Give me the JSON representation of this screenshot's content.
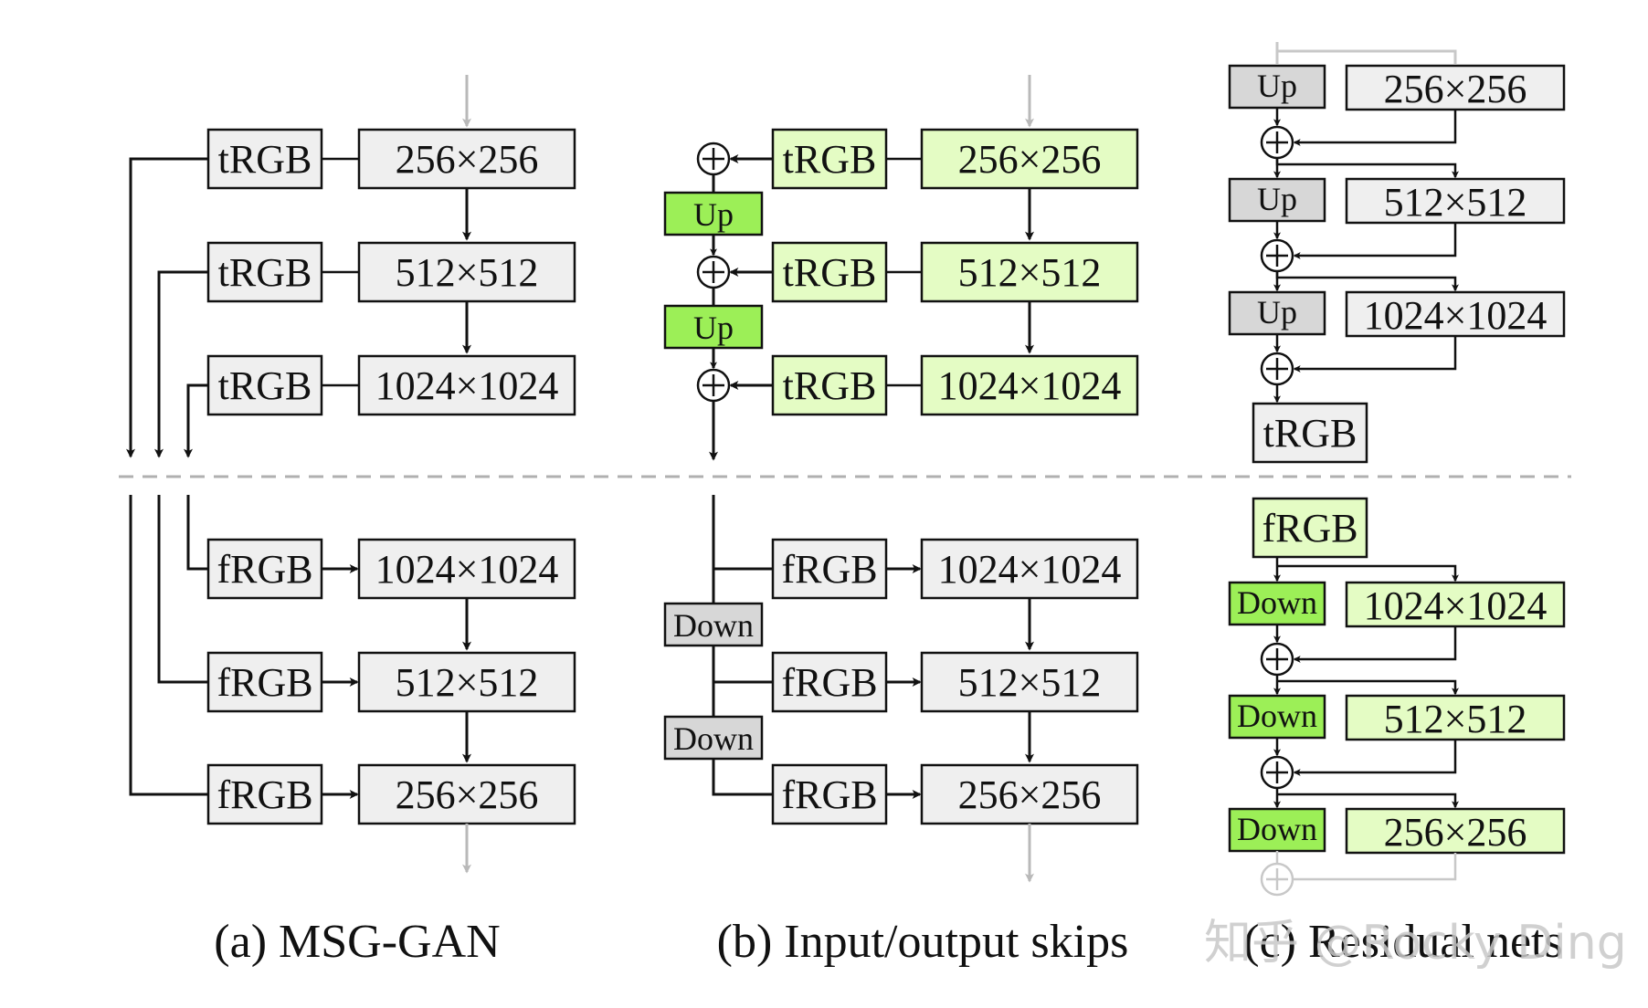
{
  "colors": {
    "box_gray": "#efefef",
    "box_green": "#e4fcc4",
    "up_green": "#9cef57",
    "down_gray": "#d7d7d7",
    "up_gray": "#d7d7d7",
    "line": "#111111",
    "faded": "#b9b9b9",
    "divider": "#b0b0b0"
  },
  "panel_a": {
    "caption": "(a) MSG-GAN",
    "gen_rows": [
      {
        "rgb": "tRGB",
        "res": "256×256"
      },
      {
        "rgb": "tRGB",
        "res": "512×512"
      },
      {
        "rgb": "tRGB",
        "res": "1024×1024"
      }
    ],
    "dis_rows": [
      {
        "rgb": "fRGB",
        "res": "1024×1024"
      },
      {
        "rgb": "fRGB",
        "res": "512×512"
      },
      {
        "rgb": "fRGB",
        "res": "256×256"
      }
    ]
  },
  "panel_b": {
    "caption": "(b) Input/output skips",
    "gen_rows": [
      {
        "rgb": "tRGB",
        "res": "256×256"
      },
      {
        "rgb": "tRGB",
        "res": "512×512"
      },
      {
        "rgb": "tRGB",
        "res": "1024×1024"
      }
    ],
    "up_labels": [
      "Up",
      "Up"
    ],
    "dis_rows": [
      {
        "rgb": "fRGB",
        "res": "1024×1024"
      },
      {
        "rgb": "fRGB",
        "res": "512×512"
      },
      {
        "rgb": "fRGB",
        "res": "256×256"
      }
    ],
    "down_labels": [
      "Down",
      "Down"
    ]
  },
  "panel_c": {
    "caption": "(c) Residual nets",
    "gen_rows": [
      {
        "op": "Up",
        "res": "256×256"
      },
      {
        "op": "Up",
        "res": "512×512"
      },
      {
        "op": "Up",
        "res": "1024×1024"
      }
    ],
    "gen_out": "tRGB",
    "dis_in": "fRGB",
    "dis_rows": [
      {
        "op": "Down",
        "res": "1024×1024"
      },
      {
        "op": "Down",
        "res": "512×512"
      },
      {
        "op": "Down",
        "res": "256×256"
      }
    ]
  },
  "watermark": "知乎 @Rocky Ding"
}
